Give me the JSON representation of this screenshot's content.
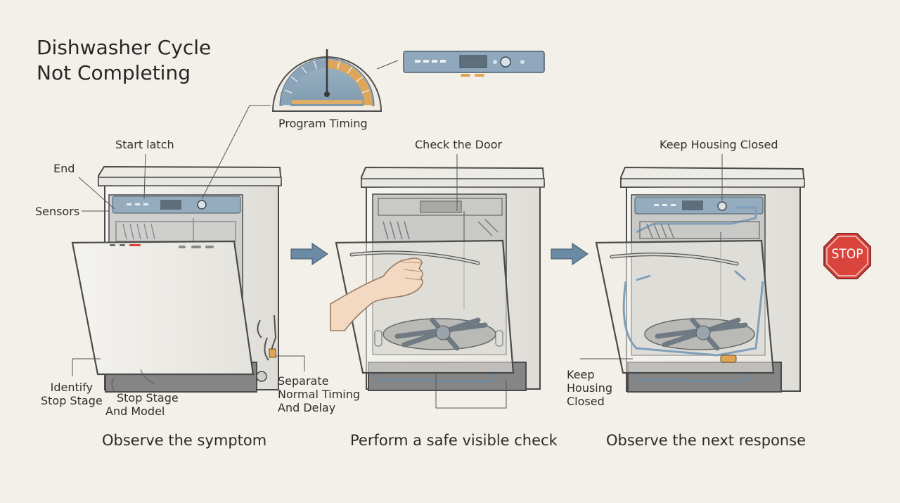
{
  "title": {
    "line1": "Dishwasher Cycle",
    "line2": "Not Completing"
  },
  "gauge": {
    "label": "Program Timing"
  },
  "panel1": {
    "caption": "Observe the symptom",
    "callouts": {
      "start_latch": "Start latch",
      "end": "End",
      "sensors": "Sensors",
      "identify_line1": "Identify",
      "identify_line2": "Stop Stage",
      "stopstage_line1": "Stop Stage",
      "stopstage_line2": "And Model",
      "separate_line1": "Separate",
      "separate_line2": "Normal Timing",
      "separate_line3": "And Delay"
    }
  },
  "panel2": {
    "caption": "Perform a safe visible check",
    "callouts": {
      "check_door": "Check the Door"
    }
  },
  "panel3": {
    "caption": "Observe the next response",
    "callouts": {
      "keep_top": "Keep Housing Closed",
      "keep_line1": "Keep",
      "keep_line2": "Housing",
      "keep_line3": "Closed"
    }
  },
  "stop_sign": {
    "text": "STOP"
  },
  "colors": {
    "accent_blue": "#6b8aa3",
    "accent_orange": "#d9a255",
    "stop_red": "#d9453c",
    "background": "#f3f0e9"
  }
}
